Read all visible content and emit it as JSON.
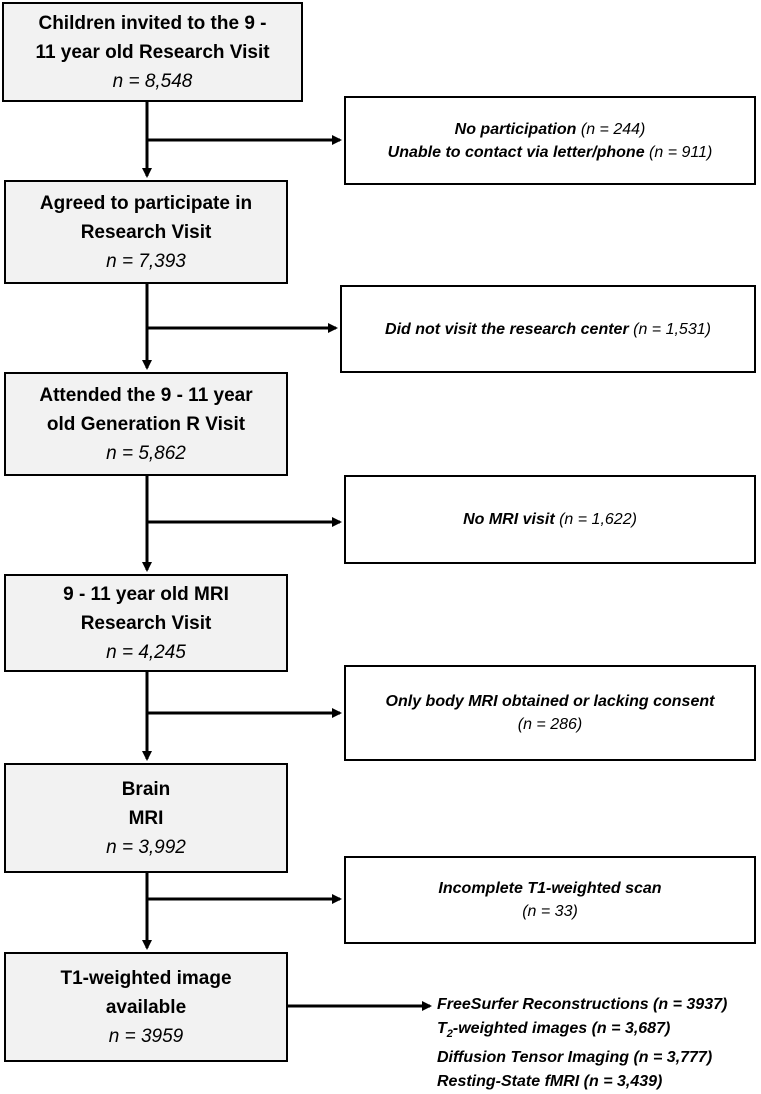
{
  "main_boxes": [
    {
      "lines": [
        "Children invited to the 9 -",
        "11 year old Research Visit"
      ],
      "n": "n = 8,548"
    },
    {
      "lines": [
        "Agreed to participate in",
        "Research Visit"
      ],
      "n": "n = 7,393"
    },
    {
      "lines": [
        "Attended the 9 - 11 year",
        "old Generation R Visit"
      ],
      "n": "n = 5,862"
    },
    {
      "lines": [
        "9 - 11 year old MRI",
        "Research Visit"
      ],
      "n": "n = 4,245"
    },
    {
      "lines": [
        "Brain",
        "MRI"
      ],
      "n": "n = 3,992"
    },
    {
      "lines": [
        "T1-weighted image",
        "available"
      ],
      "n": "n = 3959"
    }
  ],
  "exclusions": [
    {
      "lines": [
        {
          "label": "No participation",
          "count": "(n = 244)"
        },
        {
          "label": "Unable to contact via letter/phone",
          "count": "(n = 911)"
        }
      ]
    },
    {
      "lines": [
        {
          "label": "Did not visit the research center",
          "count": "(n = 1,531)"
        }
      ]
    },
    {
      "lines": [
        {
          "label": "No MRI visit",
          "count": "(n = 1,622)"
        }
      ]
    },
    {
      "lines": [
        {
          "label": "Only body MRI obtained or lacking consent",
          "count": ""
        },
        {
          "label": "",
          "count": "(n = 286)"
        }
      ]
    },
    {
      "lines": [
        {
          "label": "Incomplete T1-weighted scan",
          "count": ""
        },
        {
          "label": "",
          "count": "(n =  33)"
        }
      ]
    }
  ],
  "outcomes": [
    "FreeSurfer Reconstructions (n = 3937)",
    {
      "pre": "T",
      "sub": "2",
      "post": "-weighted images (n = 3,687)"
    },
    "Diffusion Tensor Imaging (n = 3,777)",
    "Resting-State fMRI (n = 3,439)"
  ]
}
